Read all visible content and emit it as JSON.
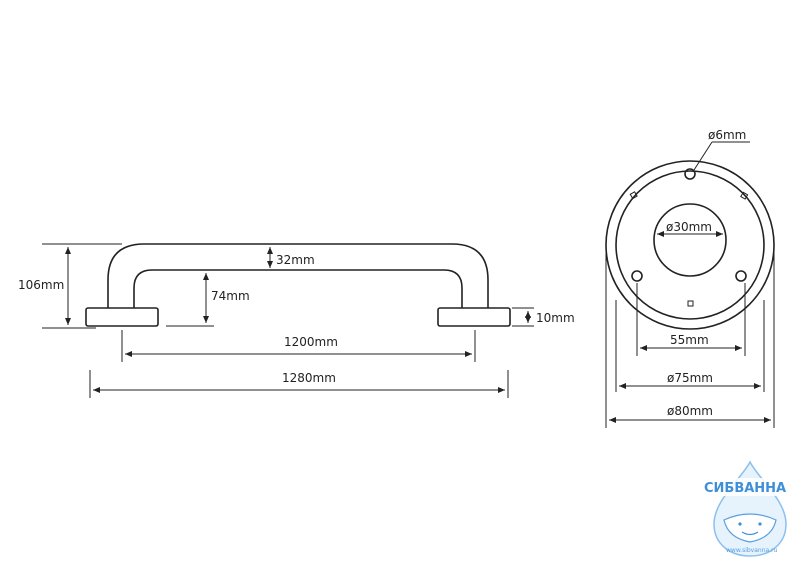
{
  "side_view": {
    "height_label": "106mm",
    "gap_label": "32mm",
    "inner_height_label": "74mm",
    "base_height_label": "10mm",
    "center_distance_label": "1200mm",
    "total_length_label": "1280mm"
  },
  "front_view": {
    "hole_label": "ø6mm",
    "inner_hole_label": "ø30mm",
    "screw_spacing_label": "55mm",
    "inner_diameter_label": "ø75mm",
    "outer_diameter_label": "ø80mm"
  },
  "logo": {
    "brand": "СИБВАННА",
    "url": "www.sibvanna.ru"
  },
  "colors": {
    "line": "#222222",
    "logo": "#3f8fd8"
  }
}
